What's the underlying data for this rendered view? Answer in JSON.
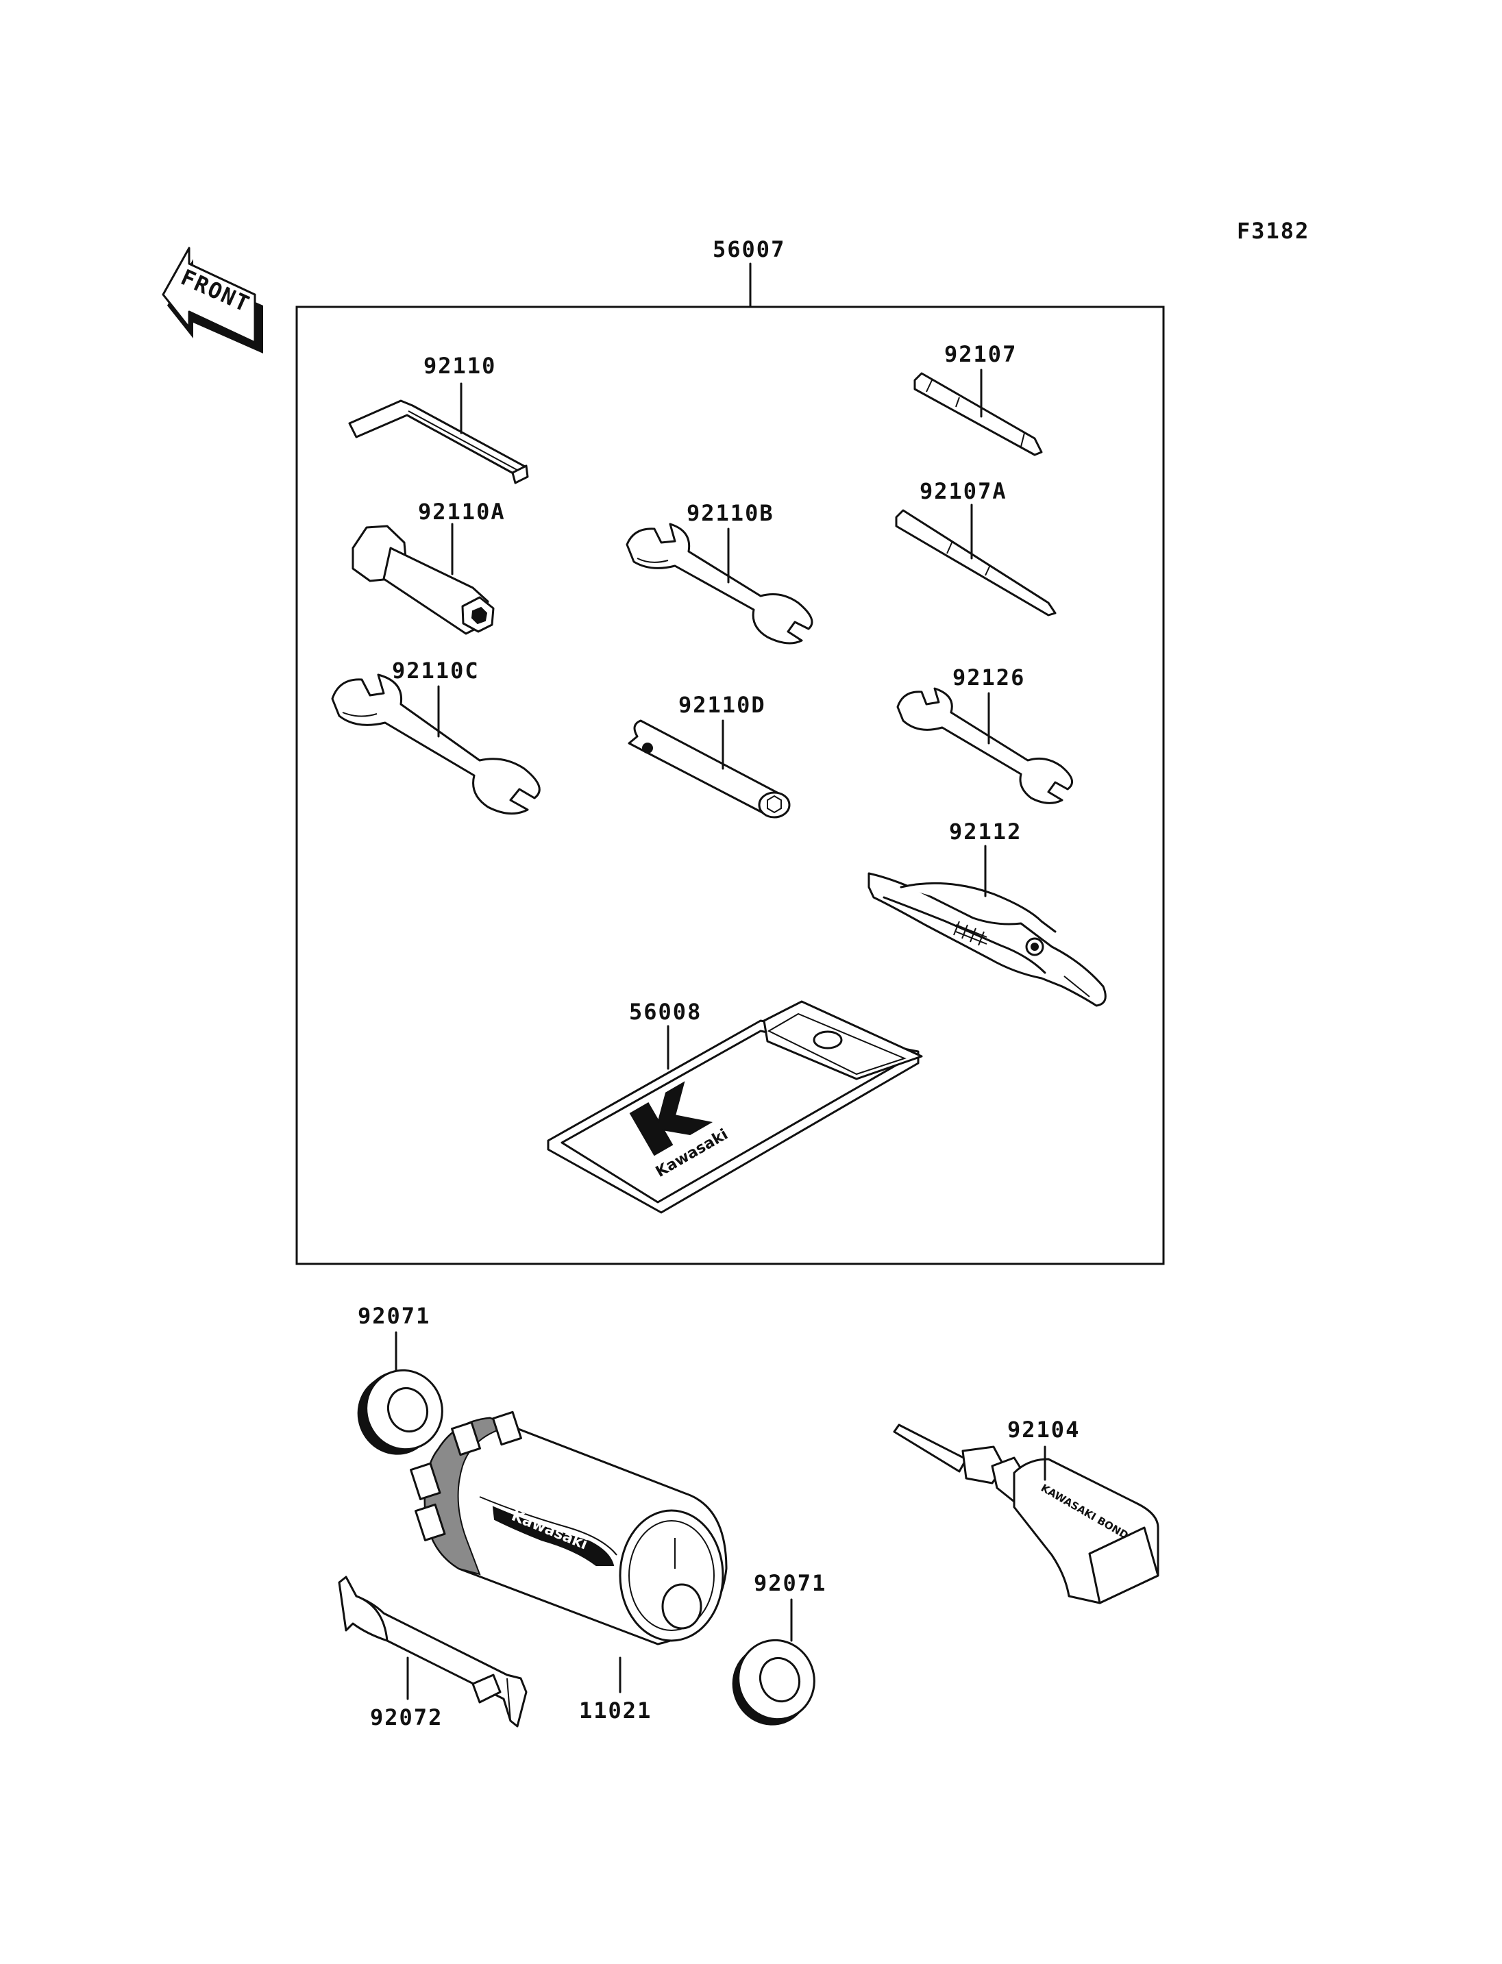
{
  "diagram_code": "F3182",
  "front_arrow": "FRONT",
  "kit": {
    "label": "56007"
  },
  "parts": {
    "p92110": "92110",
    "p92107": "92107",
    "p92110A": "92110A",
    "p92110B": "92110B",
    "p92107A": "92107A",
    "p92110C": "92110C",
    "p92110D": "92110D",
    "p92126": "92126",
    "p92112": "92112",
    "p56008": "56008",
    "p92071a": "92071",
    "p92071b": "92071",
    "p92104": "92104",
    "p92072": "92072",
    "p11021": "11021"
  },
  "imprints": {
    "pouch_logo": "Kawasaki",
    "bond_tube": "KAWASAKI BOND"
  }
}
